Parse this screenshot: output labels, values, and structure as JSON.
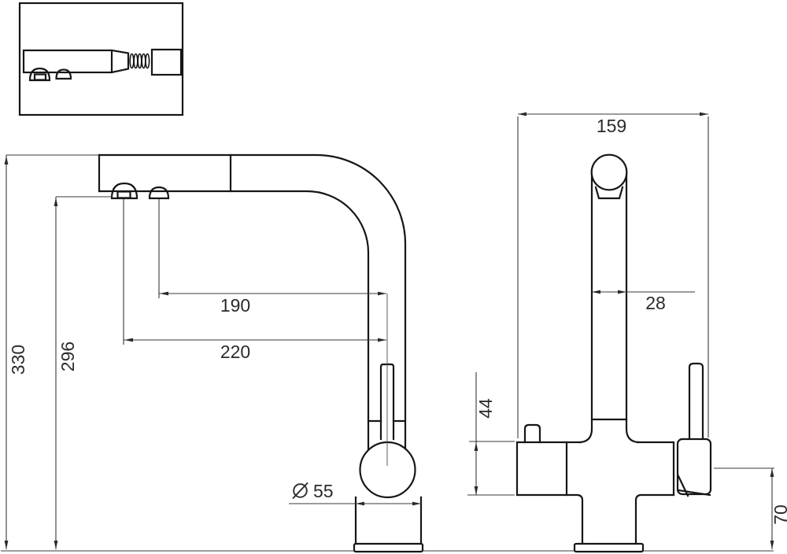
{
  "dims": {
    "side": {
      "total_height": "330",
      "height_to_spray": "296",
      "reach_upper": "190",
      "reach_lower": "220",
      "diameter_symbol": "∅",
      "base_diameter": "55"
    },
    "front": {
      "overall_width": "159",
      "spout_width": "28",
      "body_height": "44",
      "handle_height": "70"
    }
  }
}
